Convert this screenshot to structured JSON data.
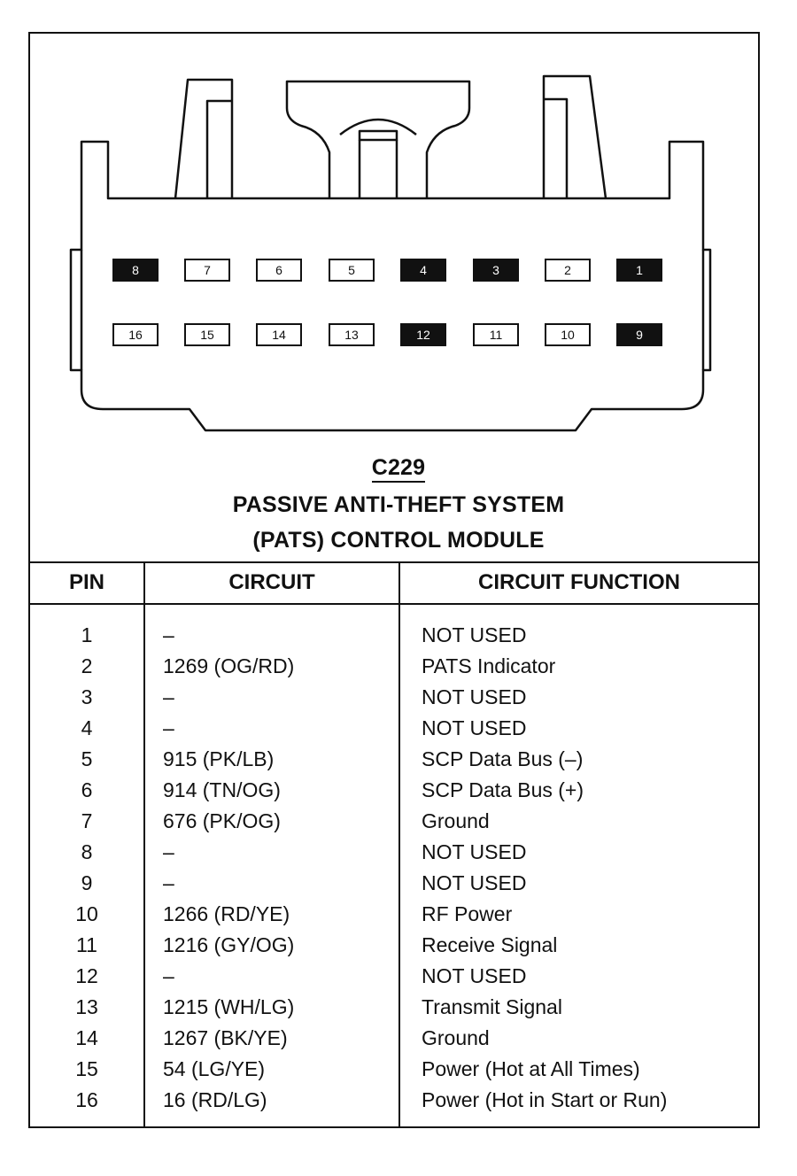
{
  "connector": {
    "id": "C229",
    "title_line1": "PASSIVE ANTI-THEFT SYSTEM",
    "title_line2": "(PATS) CONTROL MODULE",
    "cavities_top": [
      {
        "num": "8",
        "filled": true
      },
      {
        "num": "7",
        "filled": false
      },
      {
        "num": "6",
        "filled": false
      },
      {
        "num": "5",
        "filled": false
      },
      {
        "num": "4",
        "filled": true
      },
      {
        "num": "3",
        "filled": true
      },
      {
        "num": "2",
        "filled": false
      },
      {
        "num": "1",
        "filled": true
      }
    ],
    "cavities_bottom": [
      {
        "num": "16",
        "filled": false
      },
      {
        "num": "15",
        "filled": false
      },
      {
        "num": "14",
        "filled": false
      },
      {
        "num": "13",
        "filled": false
      },
      {
        "num": "12",
        "filled": true
      },
      {
        "num": "11",
        "filled": false
      },
      {
        "num": "10",
        "filled": false
      },
      {
        "num": "9",
        "filled": true
      }
    ]
  },
  "table": {
    "headers": {
      "pin": "PIN",
      "circuit": "CIRCUIT",
      "function": "CIRCUIT FUNCTION"
    },
    "rows": [
      {
        "pin": "1",
        "circuit": "–",
        "function": "NOT USED"
      },
      {
        "pin": "2",
        "circuit": "1269 (OG/RD)",
        "function": "PATS Indicator"
      },
      {
        "pin": "3",
        "circuit": "–",
        "function": "NOT USED"
      },
      {
        "pin": "4",
        "circuit": "–",
        "function": "NOT USED"
      },
      {
        "pin": "5",
        "circuit": "915 (PK/LB)",
        "function": "SCP Data Bus (–)"
      },
      {
        "pin": "6",
        "circuit": "914 (TN/OG)",
        "function": "SCP Data Bus (+)"
      },
      {
        "pin": "7",
        "circuit": "676 (PK/OG)",
        "function": "Ground"
      },
      {
        "pin": "8",
        "circuit": "–",
        "function": "NOT USED"
      },
      {
        "pin": "9",
        "circuit": "–",
        "function": "NOT USED"
      },
      {
        "pin": "10",
        "circuit": "1266 (RD/YE)",
        "function": "RF Power"
      },
      {
        "pin": "11",
        "circuit": "1216 (GY/OG)",
        "function": "Receive Signal"
      },
      {
        "pin": "12",
        "circuit": "–",
        "function": "NOT USED"
      },
      {
        "pin": "13",
        "circuit": "1215 (WH/LG)",
        "function": "Transmit Signal"
      },
      {
        "pin": "14",
        "circuit": "1267 (BK/YE)",
        "function": "Ground"
      },
      {
        "pin": "15",
        "circuit": "54 (LG/YE)",
        "function": "Power (Hot at All Times)"
      },
      {
        "pin": "16",
        "circuit": "16 (RD/LG)",
        "function": "Power (Hot in Start or Run)"
      }
    ]
  },
  "colors": {
    "ink": "#111111",
    "paper": "#ffffff"
  }
}
